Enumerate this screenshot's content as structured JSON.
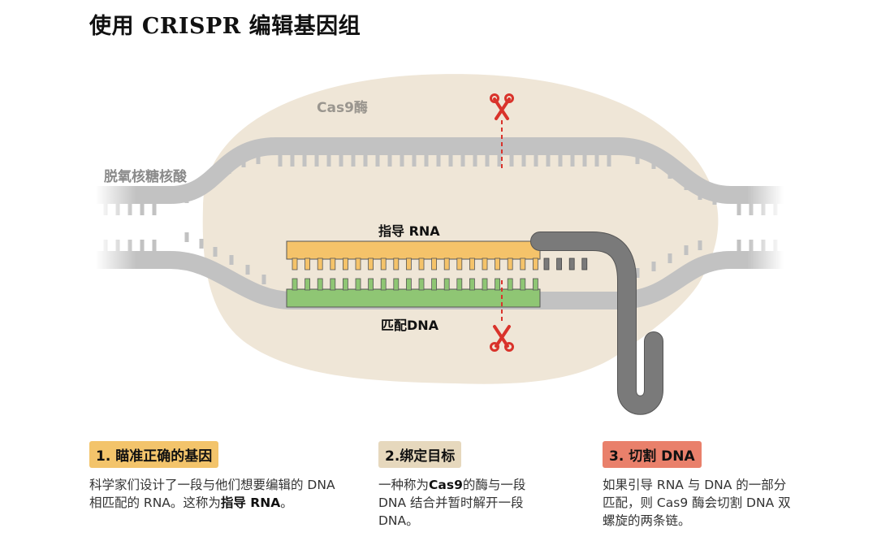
{
  "title": "使用 CRISPR 编辑基因组",
  "labels": {
    "cas9": "Cas9酶",
    "dna": "脱氧核糖核酸",
    "guide_rna": "指导 RNA",
    "matching_dna": "匹配DNA"
  },
  "colors": {
    "enzyme": "#efe6d7",
    "dna_strand": "#c2c2c2",
    "guide_rna": "#f5c36a",
    "matching_dna": "#8fc674",
    "rna_tail": "#7a7a7a",
    "cut_marker": "#d9332b"
  },
  "icons": [
    "scissors-icon",
    "scissors-icon"
  ],
  "steps": [
    {
      "badge": "1. 瞄准正确的基因",
      "badge_color": "#f3c46b",
      "text_parts": [
        {
          "text": "科学家们设计了一段与他们想要编辑的 DNA 相匹配的 RNA。这称为",
          "bold": false
        },
        {
          "text": "指导 RNA",
          "bold": true
        },
        {
          "text": "。",
          "bold": false
        }
      ]
    },
    {
      "badge": "2.绑定目标",
      "badge_color": "#e6d8bd",
      "text_parts": [
        {
          "text": "一种称为",
          "bold": false
        },
        {
          "text": "Cas9",
          "bold": true
        },
        {
          "text": "的酶与一段 DNA 结合并暂时解开一段 DNA。",
          "bold": false
        }
      ]
    },
    {
      "badge": "3. 切割 DNA",
      "badge_color": "#e9806b",
      "text_parts": [
        {
          "text": "如果引导 RNA 与 DNA 的一部分匹配，则 Cas9 酶会切割 DNA 双螺旋的两条链。",
          "bold": false
        }
      ]
    }
  ]
}
